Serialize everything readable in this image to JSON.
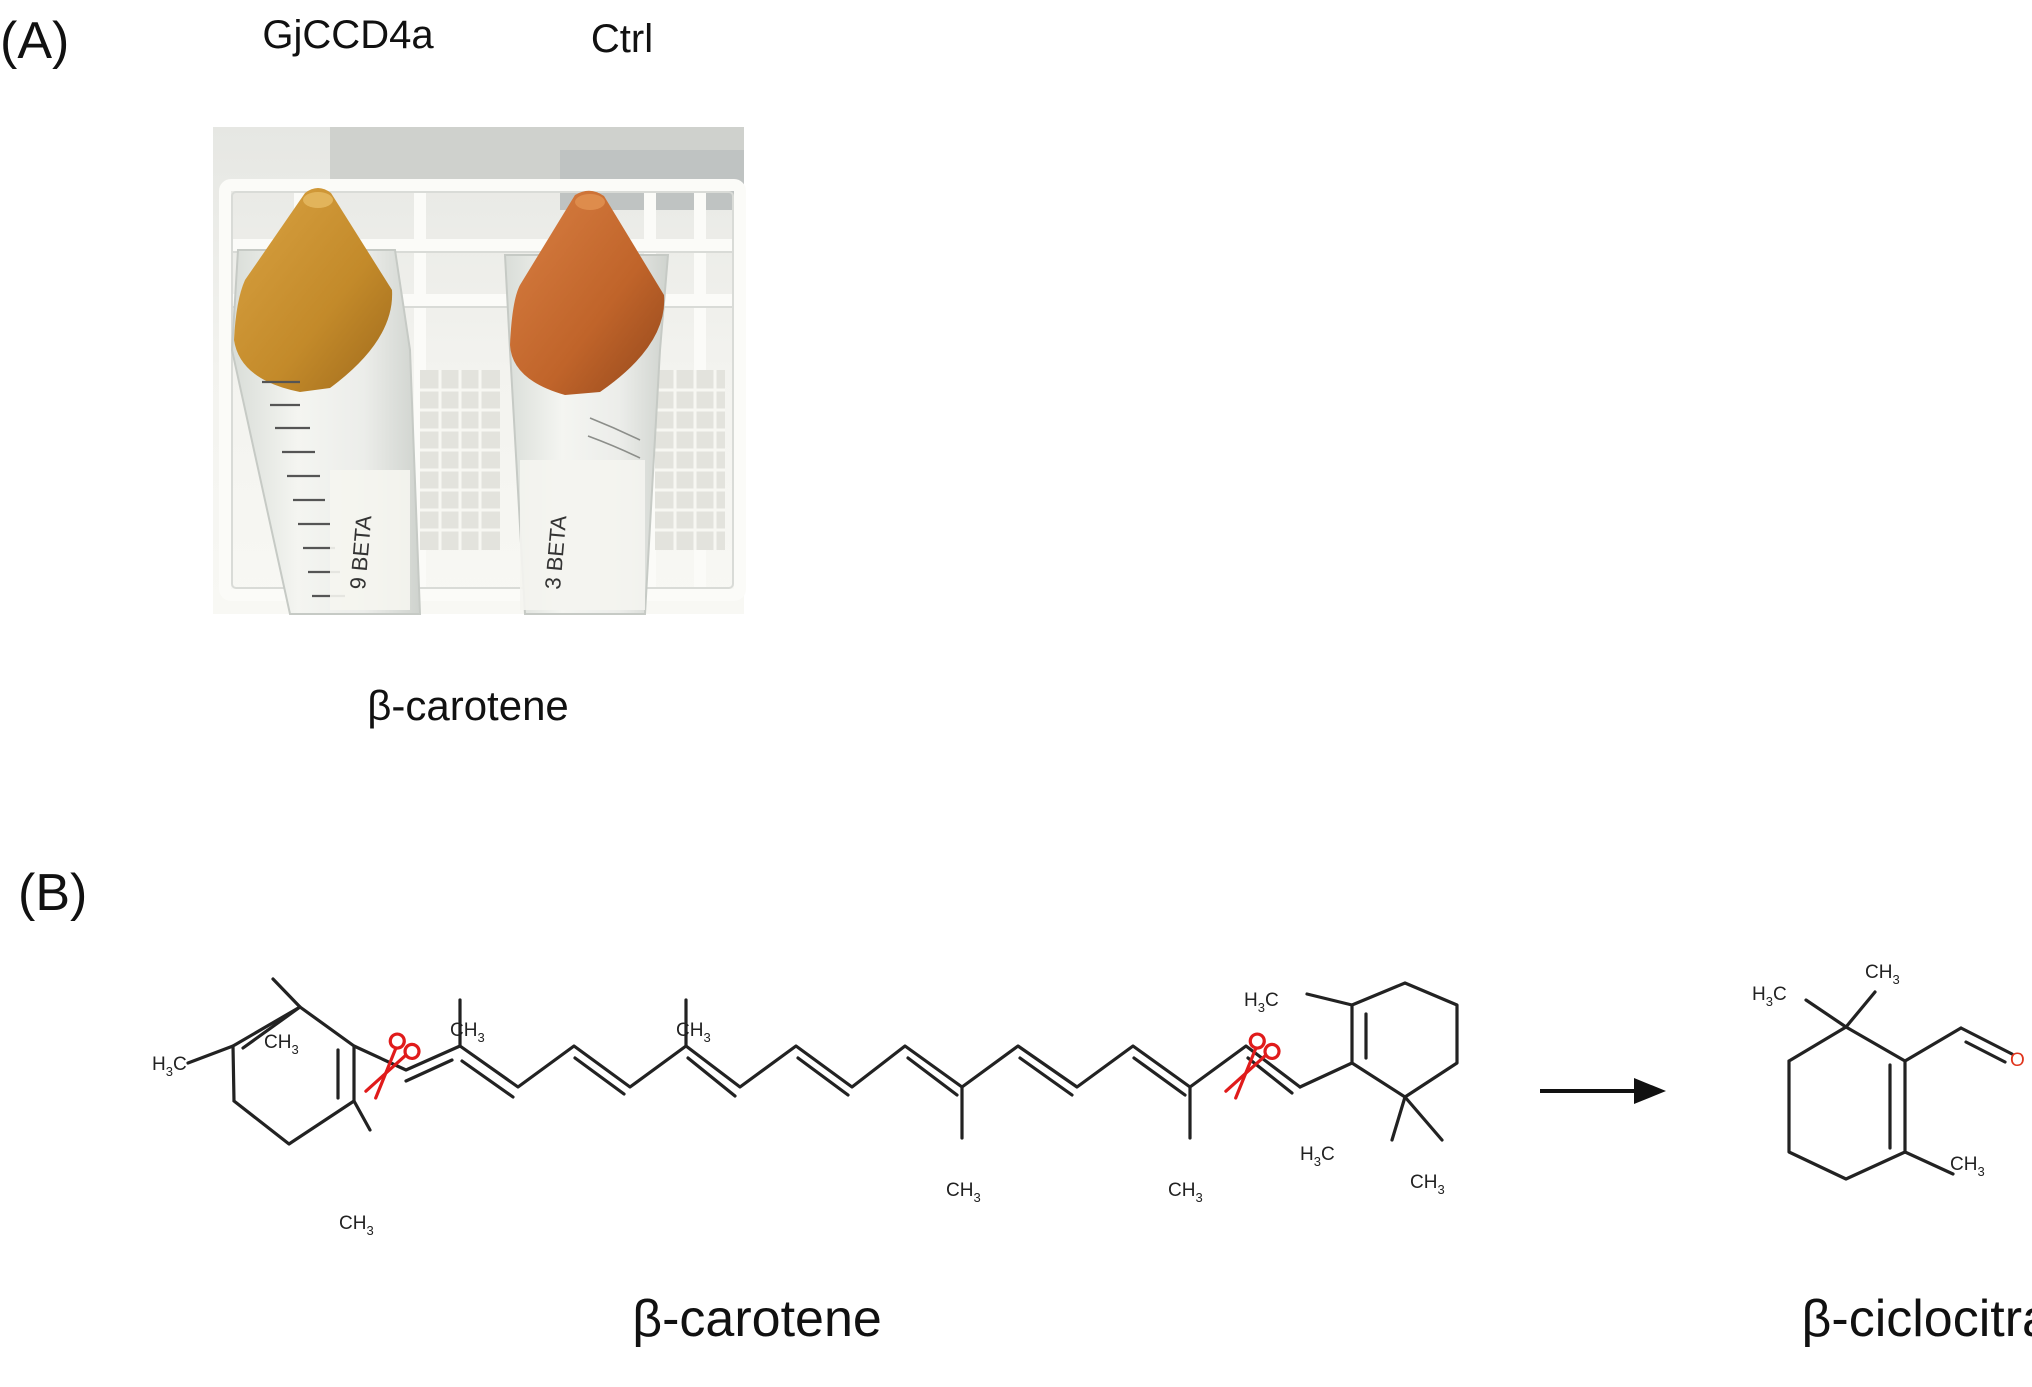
{
  "panel_a": {
    "label": "(A)",
    "tube_left_label": "GjCCD4a",
    "tube_right_label": "Ctrl",
    "tube_left_marking": "9 BETA",
    "tube_right_marking": "3 BETA",
    "caption": "β-carotene"
  },
  "panel_b": {
    "label": "(B)",
    "substrate_caption": "β-carotene",
    "product_caption": "β-ciclocitral",
    "oxygen_atom": "O",
    "methyl_h": "H",
    "methyl_c": "C",
    "methyl_sub": "3"
  },
  "colors": {
    "tube_left_fill": "#c99030",
    "tube_right_fill": "#c2692c",
    "scissors": "#e01b1b",
    "oxygen": "#e0341c"
  },
  "icons": [
    "scissors-icon",
    "scissors-icon",
    "arrow-right-icon"
  ]
}
